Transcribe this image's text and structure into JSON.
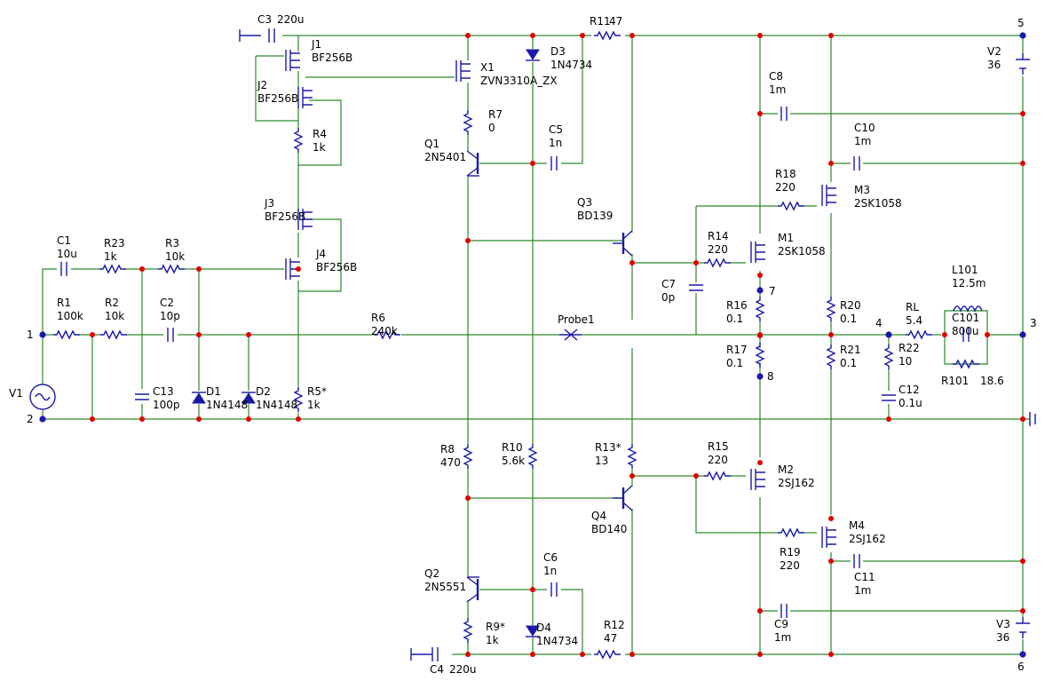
{
  "comps": {
    "C3": [
      "C3",
      "220u"
    ],
    "J1": [
      "J1",
      "BF256B"
    ],
    "J2": [
      "J2",
      "BF256B"
    ],
    "R4": [
      "R4",
      "1k"
    ],
    "J3": [
      "J3",
      "BF256B"
    ],
    "J4": [
      "J4",
      "BF256B"
    ],
    "X1": [
      "X1",
      "ZVN3310A_ZX"
    ],
    "D3": [
      "D3",
      "1N4734"
    ],
    "R11": [
      "R11",
      "47"
    ],
    "R7": [
      "R7",
      "0"
    ],
    "C5": [
      "C5",
      "1n"
    ],
    "Q1": [
      "Q1",
      "2N5401"
    ],
    "C8": [
      "C8",
      "1m"
    ],
    "C10": [
      "C10",
      "1m"
    ],
    "R18": [
      "R18",
      "220"
    ],
    "M3": [
      "M3",
      "2SK1058"
    ],
    "Q3": [
      "Q3",
      "BD139"
    ],
    "R14": [
      "R14",
      "220"
    ],
    "M1": [
      "M1",
      "2SK1058"
    ],
    "C7": [
      "C7",
      "0p"
    ],
    "R16": [
      "R16",
      "0.1"
    ],
    "R17": [
      "R17",
      "0.1"
    ],
    "R20": [
      "R20",
      "0.1"
    ],
    "R21": [
      "R21",
      "0.1"
    ],
    "L101": [
      "L101",
      "12.5m"
    ],
    "C101": [
      "C101",
      "800u"
    ],
    "R101": [
      "R101",
      "18.6"
    ],
    "RL": [
      "RL",
      "5.4"
    ],
    "R22": [
      "R22",
      "10"
    ],
    "C12": [
      "C12",
      "0.1u"
    ],
    "C1": [
      "C1",
      "10u"
    ],
    "R23": [
      "R23",
      "1k"
    ],
    "R3": [
      "R3",
      "10k"
    ],
    "R1": [
      "R1",
      "100k"
    ],
    "R2": [
      "R2",
      "10k"
    ],
    "C2": [
      "C2",
      "10p"
    ],
    "R6": [
      "R6",
      "240k"
    ],
    "C13": [
      "C13",
      "100p"
    ],
    "D1": [
      "D1",
      "1N4148"
    ],
    "D2": [
      "D2",
      "1N4148"
    ],
    "R5": [
      "R5*",
      "1k"
    ],
    "R8": [
      "R8",
      "470"
    ],
    "R10": [
      "R10",
      "5.6k"
    ],
    "R13": [
      "R13*",
      "13"
    ],
    "Q4": [
      "Q4",
      "BD140"
    ],
    "R15": [
      "R15",
      "220"
    ],
    "M2": [
      "M2",
      "2SJ162"
    ],
    "R19": [
      "R19",
      "220"
    ],
    "M4": [
      "M4",
      "2SJ162"
    ],
    "C11": [
      "C11",
      "1m"
    ],
    "C9": [
      "C9",
      "1m"
    ],
    "Q2": [
      "Q2",
      "2N5551"
    ],
    "C6": [
      "C6",
      "1n"
    ],
    "R9": [
      "R9*",
      "1k"
    ],
    "D4": [
      "D4",
      "1N4734"
    ],
    "R12": [
      "R12",
      "47"
    ],
    "C4": [
      "C4",
      "220u"
    ],
    "V1": [
      "V1",
      ""
    ],
    "V2": [
      "V2",
      "36"
    ],
    "V3": [
      "V3",
      "36"
    ]
  },
  "probe": "Probe1",
  "nodes": {
    "n1": "1",
    "n2": "2",
    "n3": "3",
    "n4": "4",
    "n5": "5",
    "n6": "6",
    "n7": "7",
    "n8": "8"
  }
}
